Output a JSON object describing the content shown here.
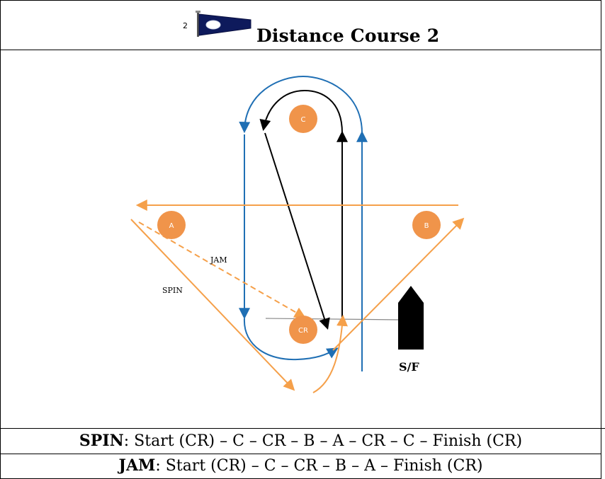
{
  "header": {
    "flag_number": "2",
    "title": "Distance Course 2"
  },
  "diagram": {
    "marks": {
      "c": "C",
      "a": "A",
      "b": "B",
      "cr": "CR"
    },
    "route_labels": {
      "jam": "JAM",
      "spin": "SPIN"
    },
    "start_finish_label": "S/F",
    "colors": {
      "blue": "#1f6fb4",
      "orange": "#f5a04a",
      "mark_fill": "#f0944a",
      "black": "#000000",
      "flag_navy": "#0e1a5c"
    }
  },
  "legend": {
    "spin": {
      "name": "SPIN",
      "course": ":  Start (CR) – C – CR – B – A – CR – C – Finish (CR)"
    },
    "jam": {
      "name": "JAM",
      "course": ":  Start (CR) – C – CR – B – A – Finish (CR)"
    }
  }
}
